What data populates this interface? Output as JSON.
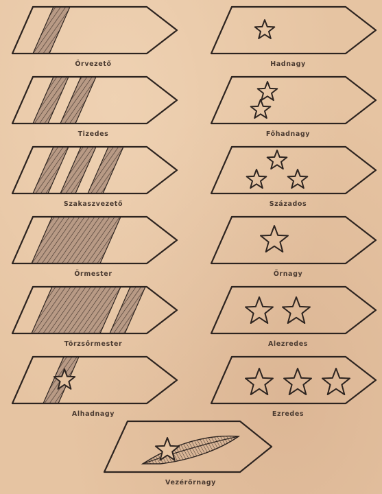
{
  "ranks_left": [
    {
      "label": "Örvezető",
      "insignia": "1 stripe"
    },
    {
      "label": "Tizedes",
      "insignia": "2 stripes"
    },
    {
      "label": "Szakaszvezető",
      "insignia": "3 stripes"
    },
    {
      "label": "Őrmester",
      "insignia": "wide band"
    },
    {
      "label": "Törzsőrmester",
      "insignia": "wide band + stripe"
    },
    {
      "label": "Alhadnagy",
      "insignia": "stripe with star"
    }
  ],
  "ranks_right": [
    {
      "label": "Hadnagy",
      "stars": 1
    },
    {
      "label": "Főhadnagy",
      "stars": 2
    },
    {
      "label": "Százados",
      "stars": 3
    },
    {
      "label": "Őrnagy",
      "stars": 1
    },
    {
      "label": "Alezredes",
      "stars": 2
    },
    {
      "label": "Ezredes",
      "stars": 3
    }
  ],
  "rank_bottom": {
    "label": "Vezérőrnagy",
    "insignia": "star with laurel leaf"
  },
  "colors": {
    "paper": "#e6c4a2",
    "ink": "#2d2420",
    "label": "#4a3a30"
  }
}
